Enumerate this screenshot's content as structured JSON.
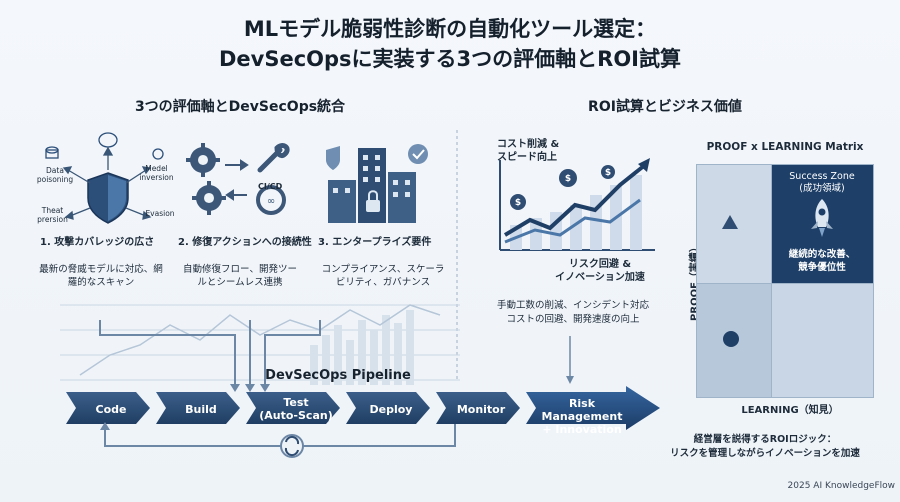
{
  "title": {
    "line1": "MLモデル脆弱性診断の自動化ツール選定：",
    "line2": "DevSecOpsに実装する3つの評価軸とROI試算"
  },
  "left_section": {
    "heading": "3つの評価軸とDevSecOps統合",
    "shield_labels": {
      "data_poisoning": "Data poisoning",
      "model_inversion": "Medel inversion",
      "threat_prersion": "Theat prersion",
      "evasion": "Evasion"
    },
    "cicd_label": "CI/CD",
    "axes": [
      {
        "title": "1. 攻撃カバレッジの広さ",
        "desc": "最新の脅威モデルに対応、網羅的なスキャン"
      },
      {
        "title": "2. 修復アクションへの接続性",
        "desc": "自動修復フロー、開発ツールとシームレス連携"
      },
      {
        "title": "3. エンタープライズ要件",
        "desc": "コンプライアンス、スケーラビリティ、ガバナンス"
      }
    ]
  },
  "pipeline": {
    "title": "DevSecOps Pipeline",
    "stages": [
      "Code",
      "Build",
      "Test\n(Auto-Scan)",
      "Deploy",
      "Monitor"
    ],
    "final": "Risk Management\n+ Innovation"
  },
  "roi_section": {
    "heading": "ROI試算とビジネス価値",
    "cost_label": "コスト削減 &\nスピード向上",
    "risk_label": "リスク回避 &\nイノベーション加速",
    "summary": "手動工数の削減、インシデント対応\nコストの回避、開発速度の向上"
  },
  "matrix": {
    "title": "PROOF x LEARNING Matrix",
    "y_label": "PROOF（実績）",
    "x_label": "LEARNING（知見）",
    "success_title": "Success Zone\n(成功領域)",
    "success_desc": "継続的な改善、\n競争優位性",
    "caption": "経営層を説得するROIロジック：\nリスクを管理しながらイノベーションを加速"
  },
  "footer": "2025 AI KnowledgeFlow",
  "colors": {
    "navy": "#1f3f66",
    "accent": "#2a5a8c",
    "success": "#1d3f68"
  }
}
